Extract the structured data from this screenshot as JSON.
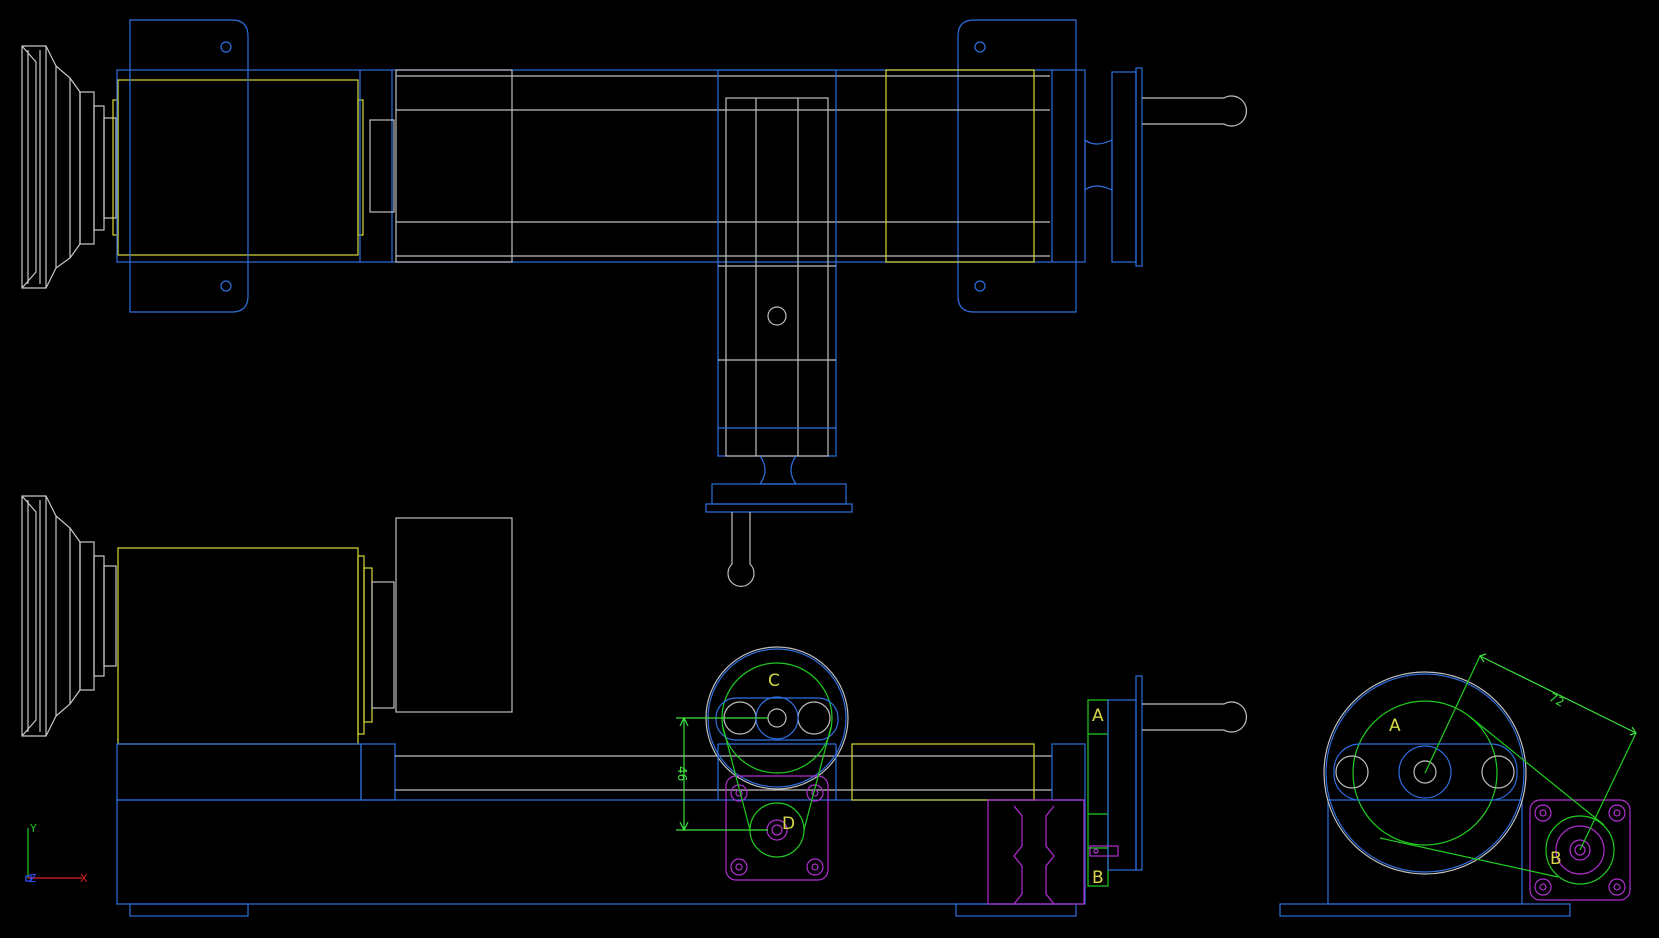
{
  "colors": {
    "background": "#000000",
    "frame": "#2f6fe0",
    "motor": "#d8d83a",
    "parts": "#bfbfbf",
    "belt": "#22cc22",
    "bracket": "#b030d0",
    "label": "#d7d74a",
    "dimension": "#3ee03e",
    "axis_x": "#e02020",
    "axis_y": "#22cc22",
    "axis_z": "#3050ff"
  },
  "labels": {
    "pulley_a_front": "A",
    "pulley_b_front": "B",
    "pulley_c": "C",
    "pulley_d": "D",
    "pulley_a_side": "A",
    "pulley_b_side": "B"
  },
  "dimensions": {
    "vertical_distance": "46",
    "belt_center_distance": "72"
  },
  "axis_icon": {
    "x_label": "X",
    "y_label": "Y",
    "z_label": "Z"
  }
}
